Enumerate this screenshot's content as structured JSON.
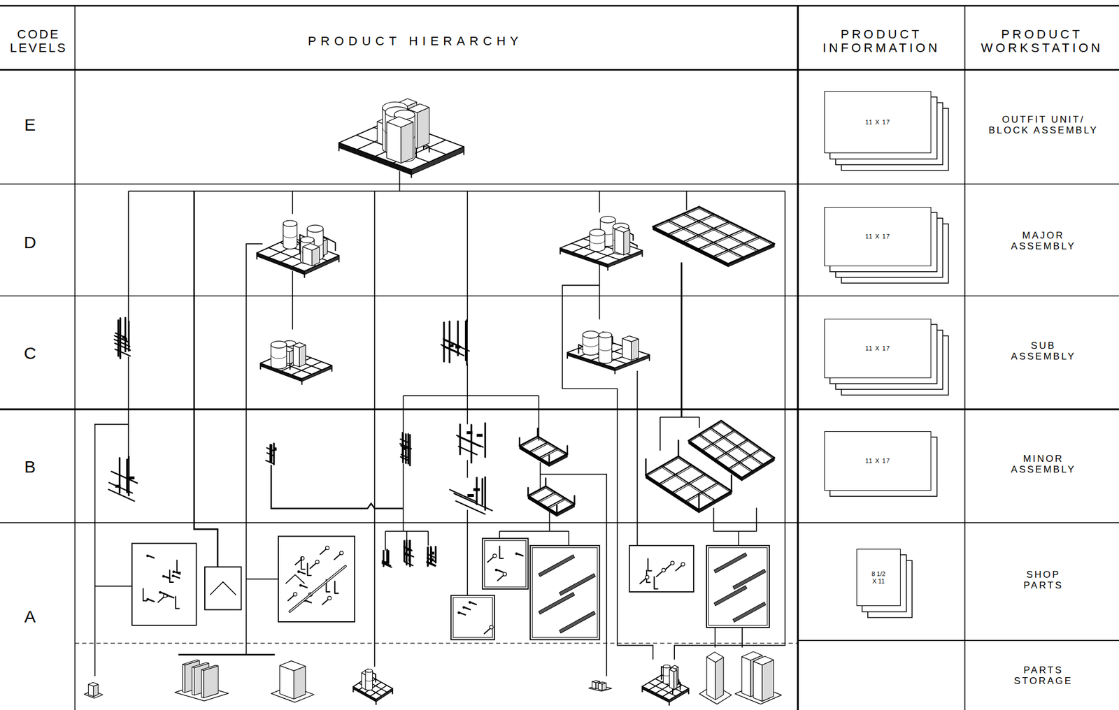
{
  "diagram": {
    "nodes": [
      {
        "text": [
          "CODE LEVELS"
        ]
      },
      {
        "text": [
          "PRODUCT HIERARCHY"
        ]
      },
      {
        "text": [
          "PRODUCT INFORMATION"
        ]
      },
      {
        "text": [
          "PRODUCT WORKSTATION"
        ]
      },
      {
        "text": [
          "E"
        ]
      },
      {
        "text": [
          "11 X 17"
        ]
      },
      {
        "text": [
          "OUTFIT UNIT/ BLOCK ASSEMBLY"
        ]
      },
      {
        "text": [
          "D"
        ]
      },
      {
        "text": [
          "11 X 17"
        ]
      },
      {
        "text": [
          "MAJOR ASSEMBLY"
        ]
      },
      {
        "text": [
          "C"
        ]
      },
      {
        "text": [
          "11 X 17"
        ]
      },
      {
        "text": [
          "SUB ASSEMBLY"
        ]
      },
      {
        "text": [
          "B"
        ]
      },
      {
        "text": [
          "11 X 17"
        ]
      },
      {
        "text": [
          "MINOR ASSEMBLY"
        ]
      },
      {
        "text": [
          "A"
        ]
      },
      {
        "text": [
          "8 1/2 X 11"
        ]
      },
      {
        "text": [
          "SHOP PARTS"
        ]
      },
      {
        "text": [
          "PARTS STORAGE"
        ]
      }
    ]
  }
}
